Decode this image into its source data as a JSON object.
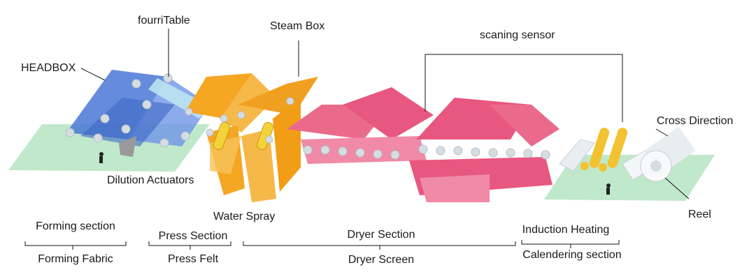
{
  "labels": {
    "headbox": "HEADBOX",
    "fourritable": "fourriTable",
    "steam_box": "Steam Box",
    "scaning_sensor": "scaning sensor",
    "cross_direction": "Cross Direction",
    "dilution_actuators": "Dilution Actuators",
    "water_spray": "Water Spray",
    "reel": "Reel"
  },
  "sections": [
    {
      "top": "Forming section",
      "bottom": "Forming Fabric"
    },
    {
      "top": "Press Section",
      "bottom": "Press Felt"
    },
    {
      "top": "Dryer Section",
      "bottom": "Dryer Screen"
    },
    {
      "top": "Induction Heating",
      "bottom": "Calendering section"
    }
  ],
  "colors": {
    "forming_blue": "#4a78d6",
    "press_orange": "#f5a623",
    "dryer_pink": "#e8577f",
    "calender_yellow": "#f2c230",
    "floor_green": "#b9e6c5",
    "roll_grey": "#d6dde2"
  }
}
